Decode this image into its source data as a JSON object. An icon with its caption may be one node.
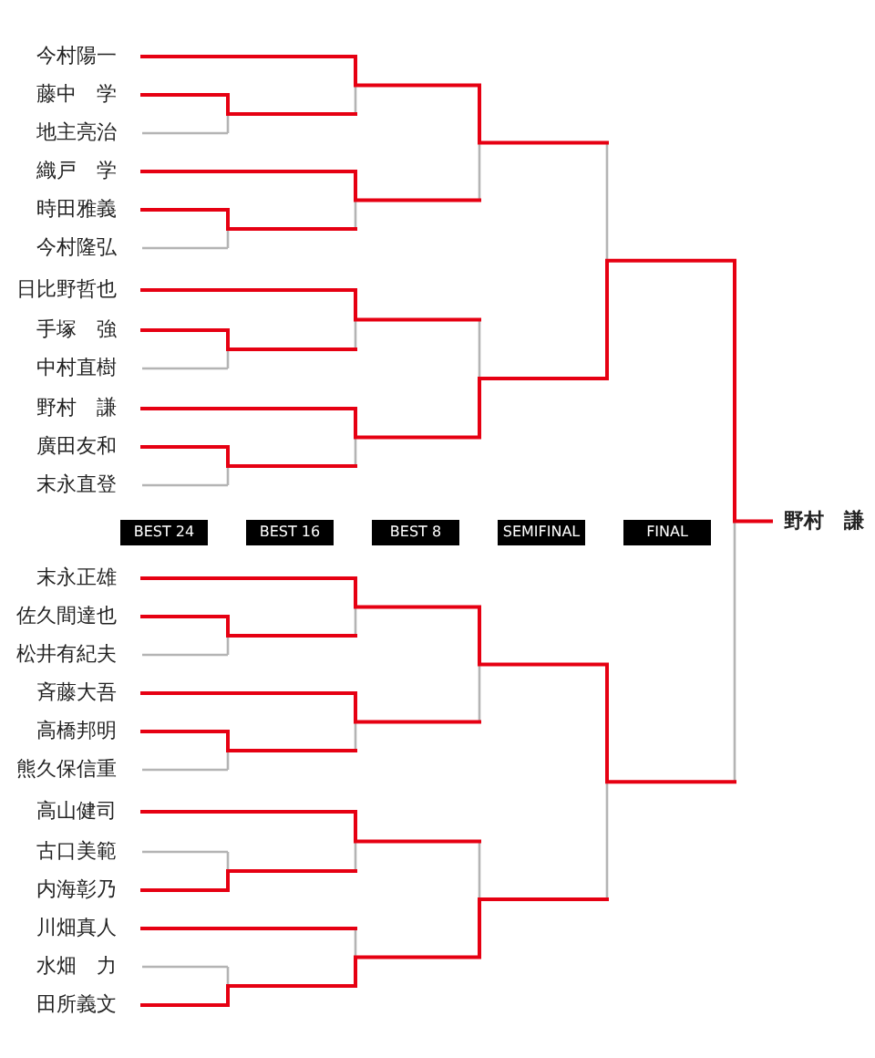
{
  "diagram": {
    "nodes": [
      {
        "text": [
          "BEST 24"
        ]
      },
      {
        "text": [
          "BEST 16"
        ]
      },
      {
        "text": [
          "BEST 8"
        ]
      },
      {
        "text": [
          "SEMIFINAL"
        ]
      },
      {
        "text": [
          "FINAL"
        ]
      }
    ],
    "labels": [
      "今村陽一",
      "藤中　学",
      "地主亮治",
      "織戸　学",
      "時田雅義",
      "今村隆弘",
      "日比野哲也",
      "手塚　強",
      "中村直樹",
      "野村　謙",
      "廣田友和",
      "末永直登",
      "野村　謙",
      "末永正雄",
      "佐久間達也",
      "松井有紀夫",
      "斉藤大吾",
      "高橋邦明",
      "熊久保信重",
      "高山健司",
      "古口美範",
      "内海彰乃",
      "川畑真人",
      "水畑　力",
      "田所義文"
    ]
  }
}
